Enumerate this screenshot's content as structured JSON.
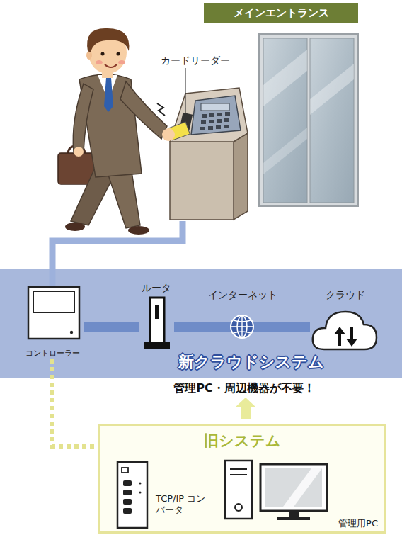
{
  "diagram": {
    "nodes": [
      {
        "text": [
          "メインエントランス"
        ]
      },
      {
        "text": [
          "カードリーダー"
        ]
      },
      {
        "text": [
          "新クラウドシステム"
        ]
      },
      {
        "text": [
          "コントローラー"
        ],
        "in": 2
      },
      {
        "text": [
          "ルータ"
        ],
        "in": 2
      },
      {
        "text": [
          "インターネット"
        ],
        "in": 2
      },
      {
        "text": [
          "クラウド"
        ],
        "in": 2
      },
      {
        "text": [
          "旧システム"
        ]
      },
      {
        "text": [
          "TCP/IP コンバータ"
        ],
        "in": 7
      },
      {
        "text": [
          "管理用PC"
        ],
        "in": 7
      }
    ],
    "edges": [
      {
        "from": 1,
        "to": 3,
        "arrow": "none"
      },
      {
        "from": 3,
        "to": 4,
        "arrow": "none"
      },
      {
        "from": 4,
        "to": 5,
        "arrow": "none"
      },
      {
        "from": 5,
        "to": 6,
        "arrow": "none"
      },
      {
        "from": 3,
        "to": 7,
        "arrow": "none"
      }
    ],
    "labels": [
      "管理PC・周辺機器が不要！"
    ]
  }
}
